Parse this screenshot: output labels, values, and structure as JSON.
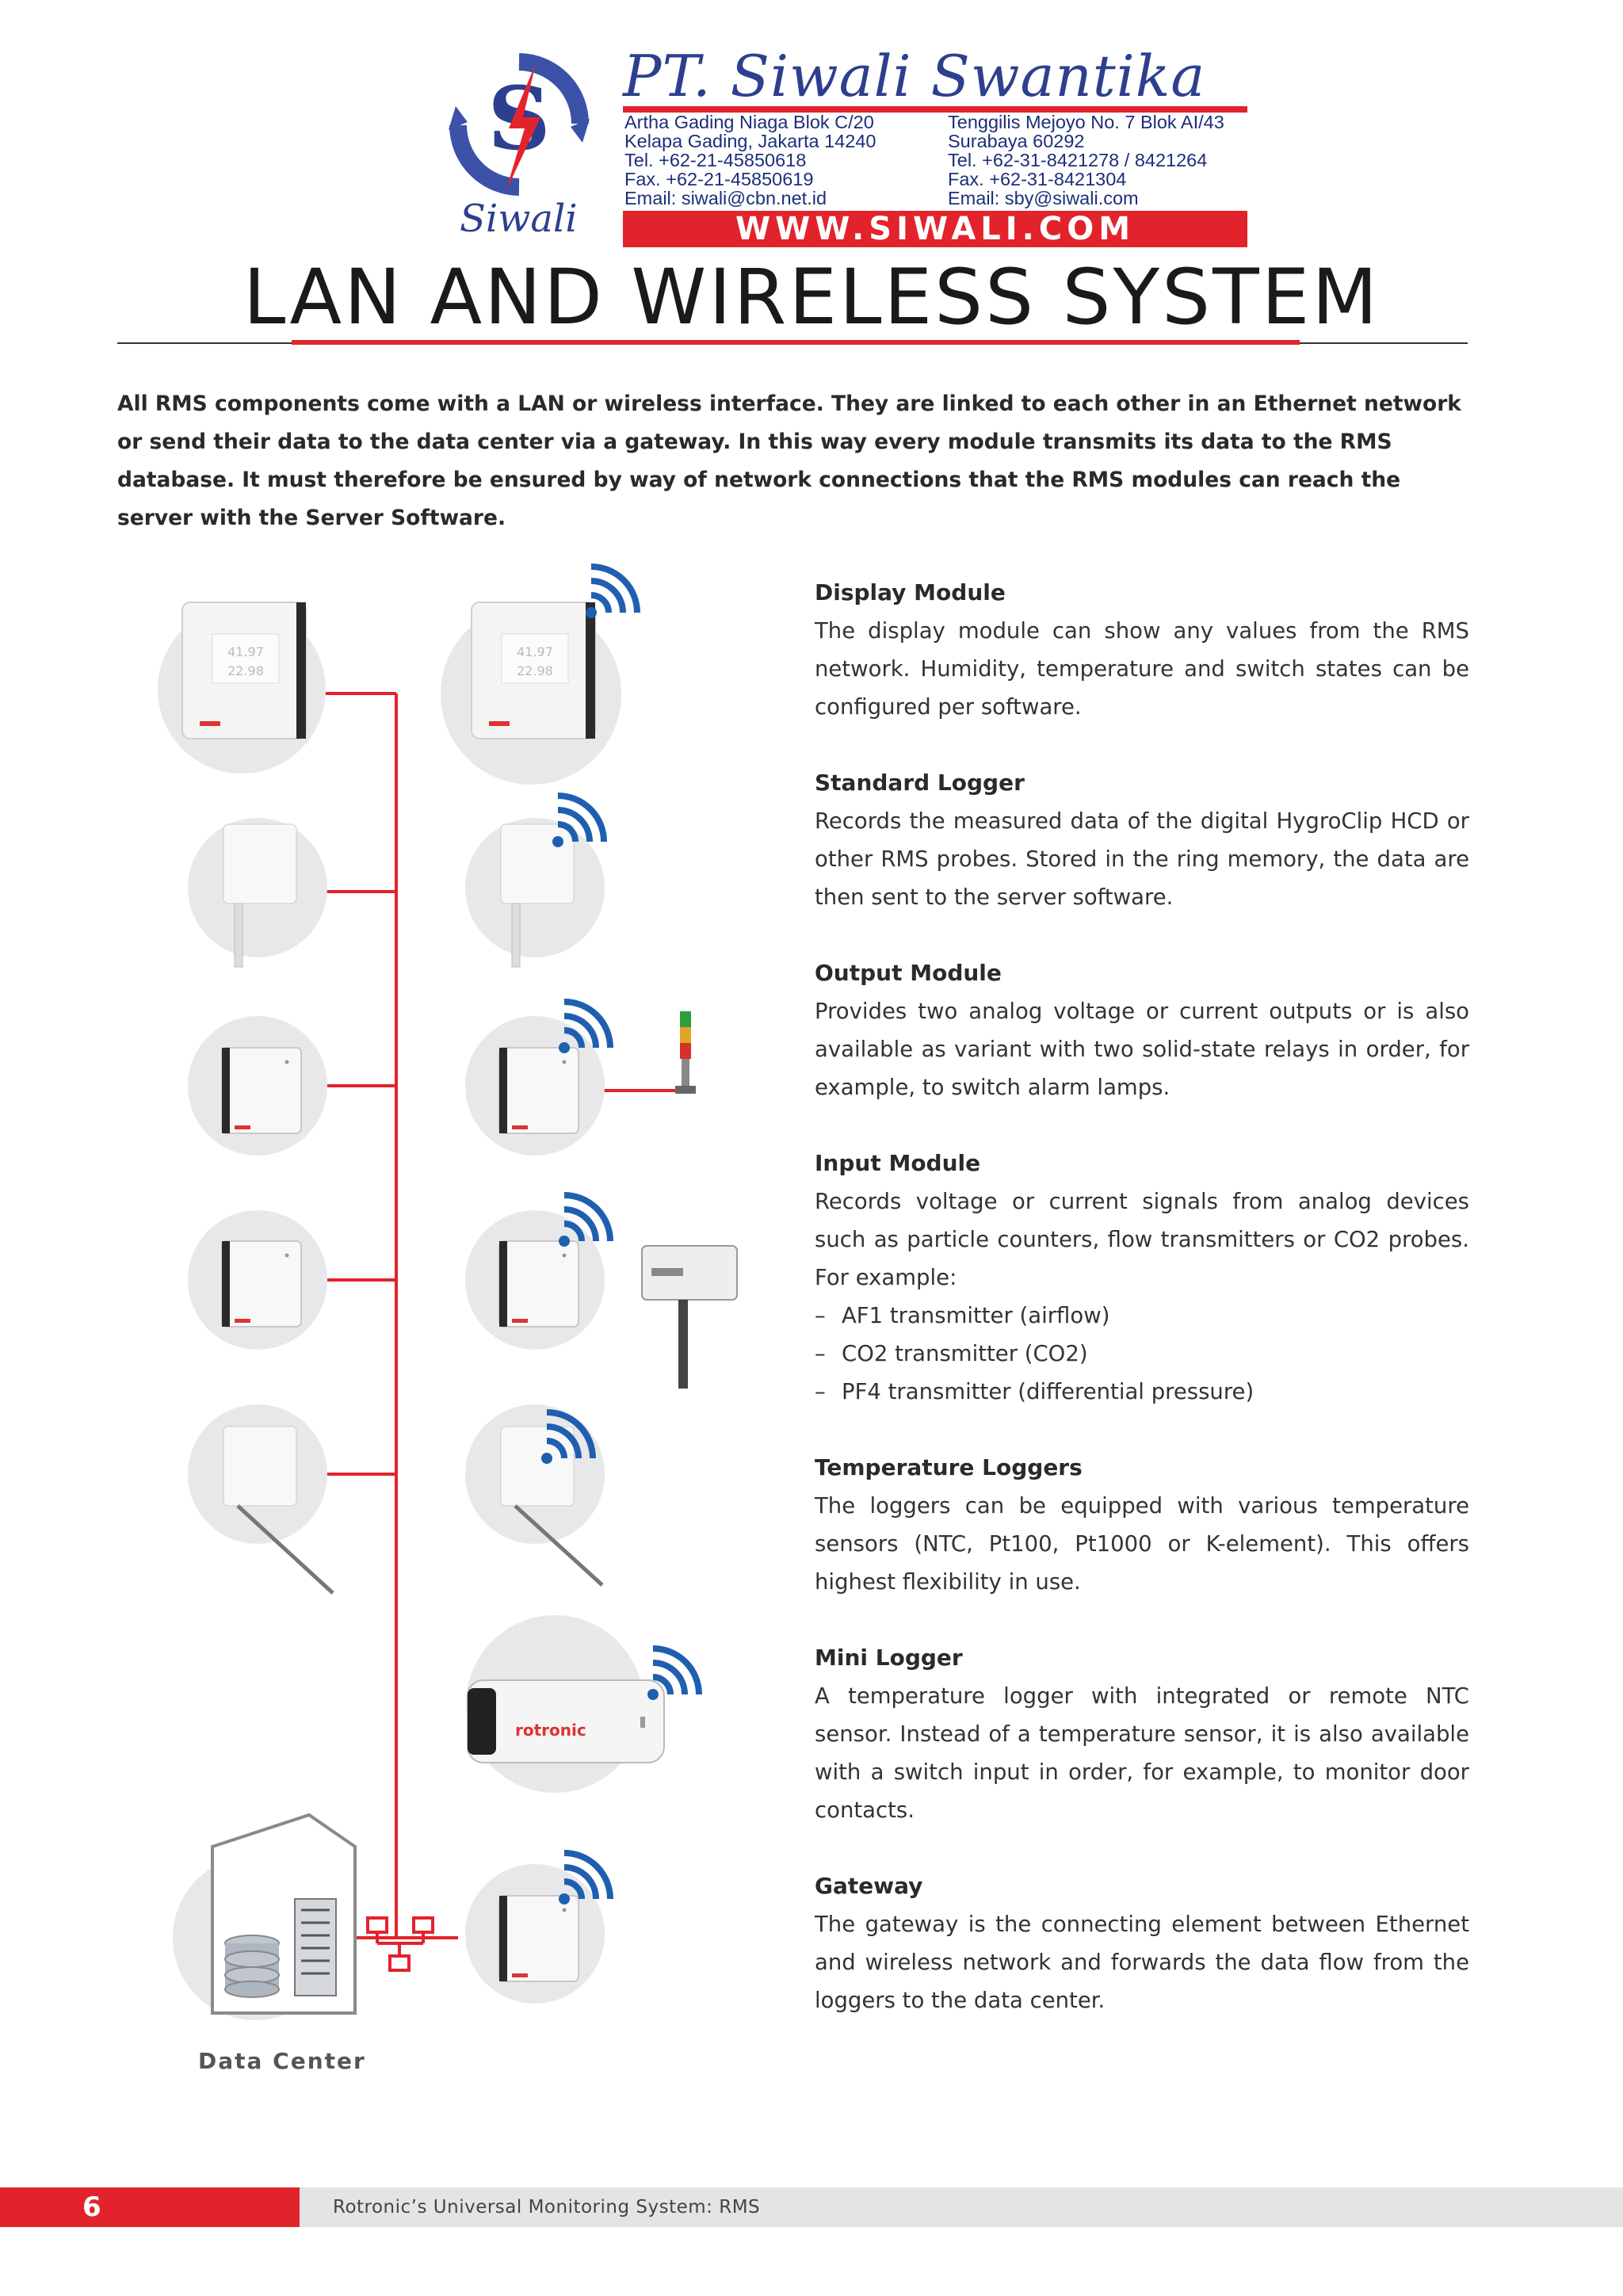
{
  "company": {
    "name": "PT. Siwali Swantika",
    "logo_script": "Siwali",
    "address_left": [
      "Artha Gading Niaga Blok C/20",
      "Kelapa Gading, Jakarta 14240",
      "Tel.  +62-21-45850618",
      "Fax. +62-21-45850619",
      "Email: siwali@cbn.net.id"
    ],
    "address_right": [
      "Tenggilis Mejoyo No. 7 Blok AI/43",
      "Surabaya 60292",
      "Tel.  +62-31-8421278 / 8421264",
      "Fax. +62-31-8421304",
      "Email: sby@siwali.com"
    ],
    "website": "WWW.SIWALI.COM",
    "colors": {
      "brand_blue": "#2d3f8f",
      "brand_red": "#e3232c"
    }
  },
  "title": "LAN AND WIRELESS SYSTEM",
  "intro": "All RMS components come with a LAN or wireless interface. They are linked to each other in an Ethernet network or send their data to the data center via a gateway. In this way every module transmits its data to the RMS database. It must therefore be ensured by way of network connections that the RMS modules can reach the server with the Server Software.",
  "modules": [
    {
      "title": "Display Module",
      "text": "The display module can show any values from the RMS network. Humidity, temperature and switch states can be configured per software."
    },
    {
      "title": "Standard Logger",
      "text": "Records the measured data of the digital HygroClip HCD or other RMS probes. Stored in the ring memory, the data are then sent to the server software."
    },
    {
      "title": "Output Module",
      "text": "Provides two analog voltage or current outputs or is also available as variant with two solid-state relays in order, for example, to switch alarm lamps."
    },
    {
      "title": "Input Module",
      "text": "Records voltage or current signals from analog devices such as particle counters, flow transmitters or CO2 probes. For example:",
      "list": [
        "AF1 transmitter (airflow)",
        "CO2 transmitter (CO2)",
        "PF4 transmitter (differential pressure)"
      ]
    },
    {
      "title": "Temperature Loggers",
      "text": "The loggers can be equipped with various temperature sensors (NTC, Pt100, Pt1000 or K-element). This offers highest flexibility in use."
    },
    {
      "title": "Mini Logger",
      "text": "A temperature logger with integrated or remote NTC sensor. Instead of a temperature sensor, it is also available with a switch input in order, for example, to monitor door contacts."
    },
    {
      "title": "Gateway",
      "text": "The gateway is the connecting element between Ethernet and wireless network and forwards the data flow from the loggers to the data center."
    }
  ],
  "diagram": {
    "data_center_label": "Data Center",
    "display_reading_top": "41.97",
    "display_reading_bottom": "22.98",
    "mini_logger_brand": "rotronic",
    "icons": [
      "wifi-icon",
      "ethernet-network-icon",
      "database-icon",
      "server-rack-icon",
      "alarm-lamp-icon"
    ]
  },
  "footer": {
    "page_number": "6",
    "text": "Rotronic’s Universal Monitoring System: RMS"
  }
}
